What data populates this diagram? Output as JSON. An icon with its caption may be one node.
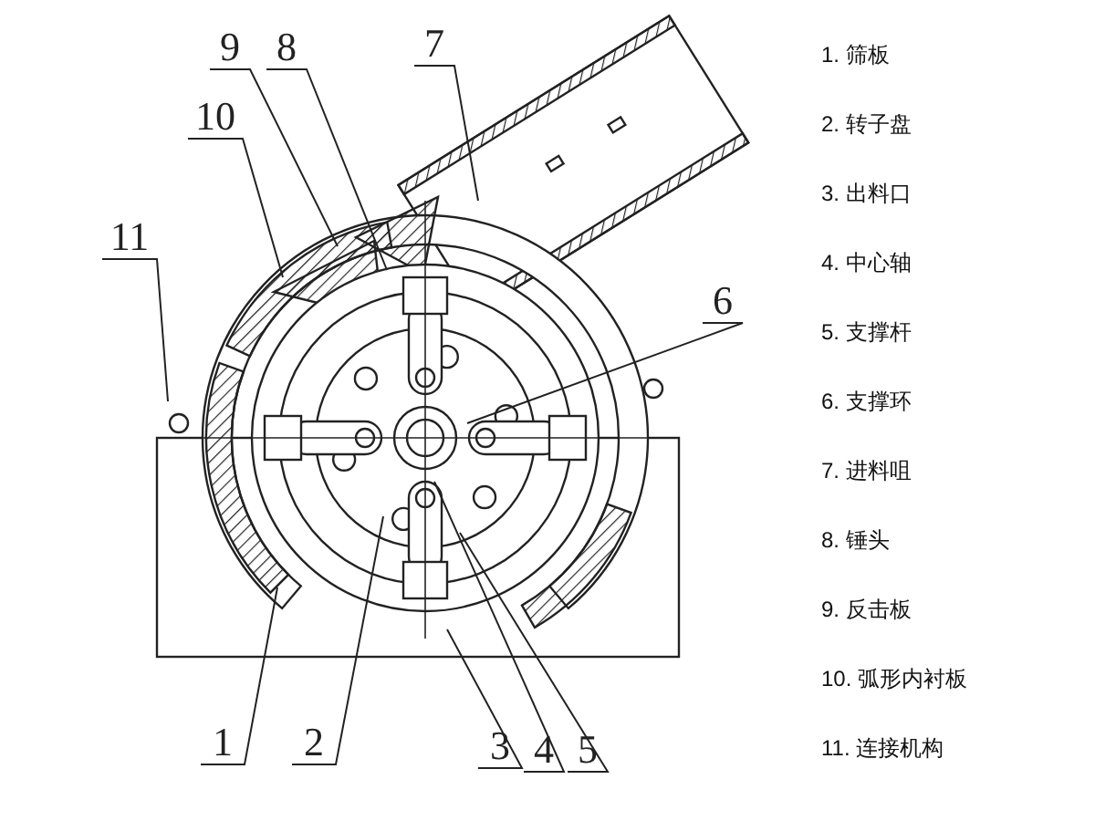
{
  "diagram": {
    "nodes": [
      {
        "text": [
          "1"
        ]
      },
      {
        "text": [
          "2"
        ]
      },
      {
        "text": [
          "3"
        ]
      },
      {
        "text": [
          "4"
        ]
      },
      {
        "text": [
          "5"
        ]
      },
      {
        "text": [
          "6"
        ]
      },
      {
        "text": [
          "7"
        ]
      },
      {
        "text": [
          "8"
        ]
      },
      {
        "text": [
          "9"
        ]
      },
      {
        "text": [
          "10"
        ]
      },
      {
        "text": [
          "11"
        ]
      }
    ],
    "edges": [
      {
        "from": 0,
        "to": null,
        "arrow": "none"
      },
      {
        "from": 1,
        "to": null,
        "arrow": "none"
      },
      {
        "from": 2,
        "to": null,
        "arrow": "none"
      },
      {
        "from": 3,
        "to": null,
        "arrow": "none"
      },
      {
        "from": 4,
        "to": null,
        "arrow": "none"
      },
      {
        "from": 5,
        "to": null,
        "arrow": "none"
      },
      {
        "from": 6,
        "to": null,
        "arrow": "none"
      },
      {
        "from": 7,
        "to": null,
        "arrow": "none"
      },
      {
        "from": 8,
        "to": null,
        "arrow": "none"
      },
      {
        "from": 9,
        "to": null,
        "arrow": "none"
      },
      {
        "from": 10,
        "to": null,
        "arrow": "none"
      }
    ],
    "labels": [
      "1. 筛板",
      "2. 转子盘",
      "3. 出料口",
      "4. 中心轴",
      "5. 支撑杆",
      "6. 支撑环",
      "7. 进料咀",
      "8. 锤头",
      "9. 反击板",
      "10. 弧形内衬板",
      "11. 连接机构"
    ]
  }
}
